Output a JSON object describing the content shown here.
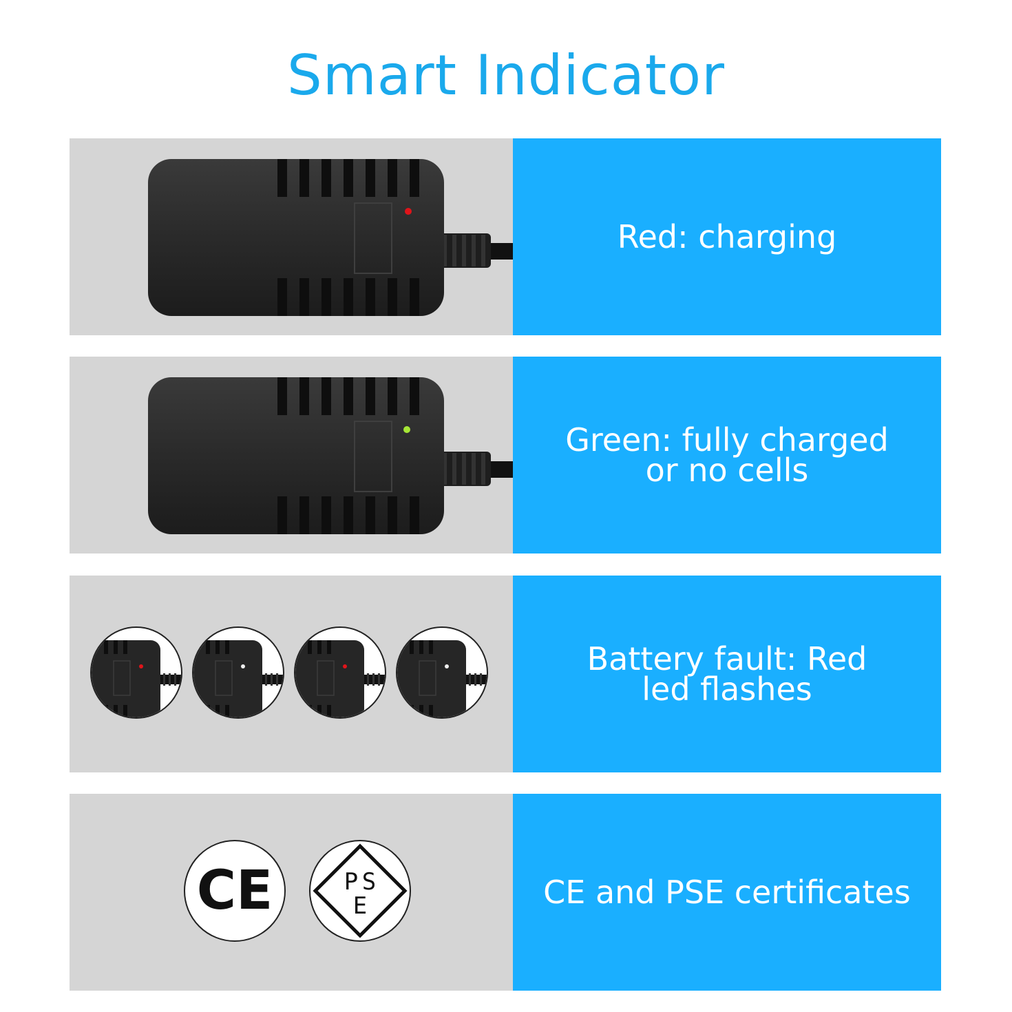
{
  "title": "Smart Indicator",
  "rows": [
    {
      "caption_lines": [
        "Red: charging"
      ],
      "led_color": "#e0141a"
    },
    {
      "caption_lines": [
        "Green: fully charged",
        "or no cells"
      ],
      "led_color": "#a6e636"
    },
    {
      "caption_lines": [
        "Battery fault: Red",
        "led flashes"
      ],
      "flash_sequence": [
        "#e0141a",
        "#eeeeee",
        "#e0141a",
        "#eeeeee"
      ]
    },
    {
      "caption_lines": [
        "CE and PSE certificates"
      ]
    }
  ],
  "certificates": {
    "ce": "CE",
    "pse": [
      "P",
      "S",
      "E"
    ]
  },
  "colors": {
    "title": "#1aa9ec",
    "panel_blue": "#1aafff",
    "panel_grey": "#d5d5d5",
    "charger_body": "#2b2b2b"
  }
}
